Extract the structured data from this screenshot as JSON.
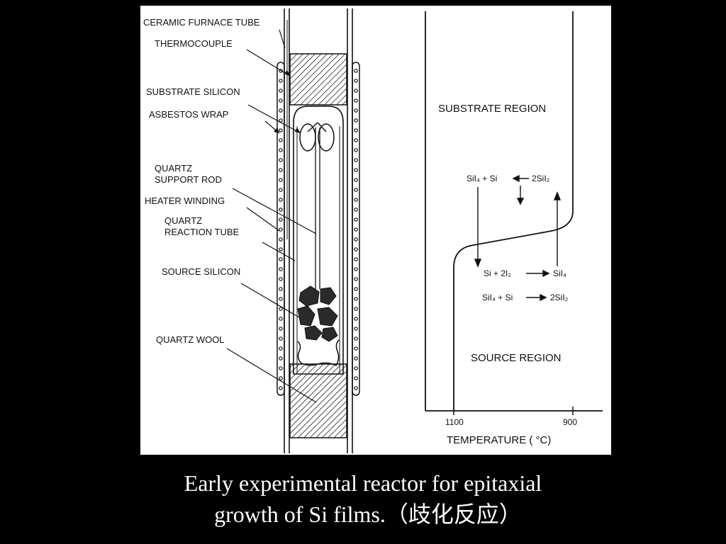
{
  "figure": {
    "reactor_labels": {
      "ceramic_furnace_tube": "CERAMIC FURNACE TUBE",
      "thermocouple": "THERMOCOUPLE",
      "substrate_silicon": "SUBSTRATE SILICON",
      "asbestos_wrap": "ASBESTOS WRAP",
      "quartz_support_rod_1": "QUARTZ",
      "quartz_support_rod_2": "SUPPORT ROD",
      "heater_winding": "HEATER WINDING",
      "quartz_reaction_tube_1": "QUARTZ",
      "quartz_reaction_tube_2": "REACTION TUBE",
      "source_silicon": "SOURCE SILICON",
      "quartz_wool": "QUARTZ WOOL"
    },
    "temperature_profile": {
      "substrate_region": "SUBSTRATE REGION",
      "source_region": "SOURCE REGION",
      "x_axis_label": "TEMPERATURE ( °C)",
      "x_ticks": [
        "1100",
        "900"
      ],
      "reactions": {
        "upper_left": "SiI₄ + Si",
        "upper_right": "2SiI₂",
        "middle_left": "Si + 2I₂",
        "middle_right": "SiI₄",
        "lower_left": "SiI₄ + Si",
        "lower_right": "2SiI₂"
      }
    }
  },
  "caption": {
    "line1": "Early experimental reactor for epitaxial",
    "line2": "growth of Si films.（歧化反应）"
  }
}
